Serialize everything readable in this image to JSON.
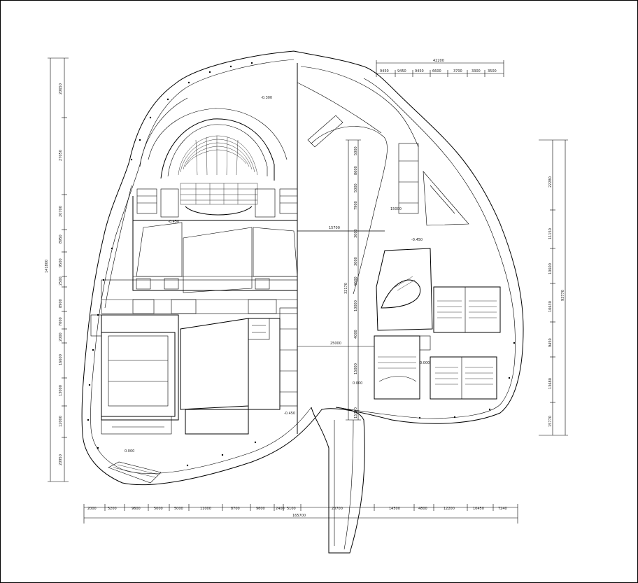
{
  "top_dims": {
    "total": "42200",
    "parts": [
      "9450",
      "9450",
      "9450",
      "6600",
      "3700",
      "3300",
      "3500"
    ]
  },
  "bottom_dims": {
    "total": "165700",
    "parts": [
      "2000",
      "5200",
      "9600",
      "5000",
      "5000",
      "11000",
      "8700",
      "9600",
      "2400",
      "5100",
      "20700",
      "14500",
      "4800",
      "12200",
      "10450",
      "7240"
    ]
  },
  "left_dims": {
    "total": "141800",
    "parts": [
      "20650",
      "27050",
      "20700",
      "8950",
      "9500",
      "2500",
      "8900",
      "7000",
      "2000",
      "16600",
      "13000",
      "12000",
      "20950"
    ]
  },
  "right_dims": {
    "total": "93770",
    "parts": [
      "22280",
      "11150",
      "10600",
      "10630",
      "9450",
      "13680",
      "15770"
    ]
  },
  "mid_dims": [
    "5000",
    "8600",
    "5000",
    "7900",
    "3000",
    "3000",
    "9600",
    "10000",
    "4000",
    "15000",
    "15770"
  ],
  "mid_total": "32170",
  "levels": [
    "-0.300",
    "-0.450",
    "0.000",
    "-0.450",
    "0.000",
    "-0.450",
    "0.000"
  ],
  "horiz_labels": [
    "15700",
    "25000",
    "15000"
  ]
}
